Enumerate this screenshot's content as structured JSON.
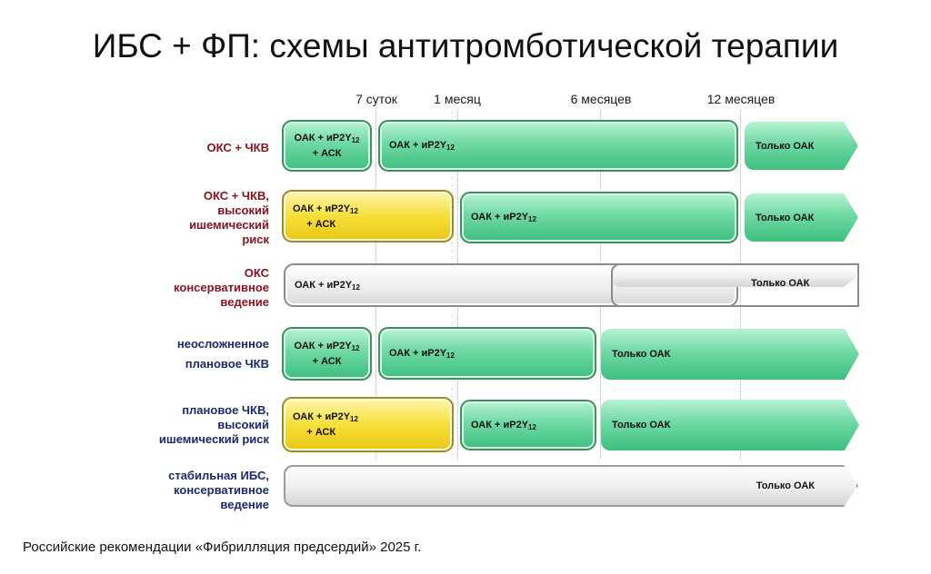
{
  "title": "ИБС + ФП: схемы антитромботической терапии",
  "milestones": [
    "7 суток",
    "1 месяц",
    "6 месяцев",
    "12 месяцев"
  ],
  "regimens": {
    "triple_a": "ОАК + иР2Y",
    "triple_b": "+ АСК",
    "dual": "ОАК + иР2Y",
    "sub": "12",
    "oac": "Только ОАК"
  },
  "rows": [
    {
      "label": [
        "ОКС + ЧКВ"
      ],
      "color": "#8b1220"
    },
    {
      "label": [
        "ОКС + ЧКВ,",
        "высокий",
        "ишемический",
        "риск"
      ],
      "color": "#8b1220"
    },
    {
      "label": [
        "ОКС",
        "консервативное",
        "ведение"
      ],
      "color": "#8b1220"
    },
    {
      "label": [
        "неосложненное",
        "плановое ЧКВ"
      ],
      "color": "#1a2a6c"
    },
    {
      "label": [
        "плановое ЧКВ,",
        "высокий",
        "ишемический риск"
      ],
      "color": "#1a2a6c"
    },
    {
      "label": [
        "стабильная ИБС,",
        "консервативное",
        "ведение"
      ],
      "color": "#1a2a6c"
    }
  ],
  "source": "Российские рекомендации «Фибрилляция предсердий» 2025 г."
}
